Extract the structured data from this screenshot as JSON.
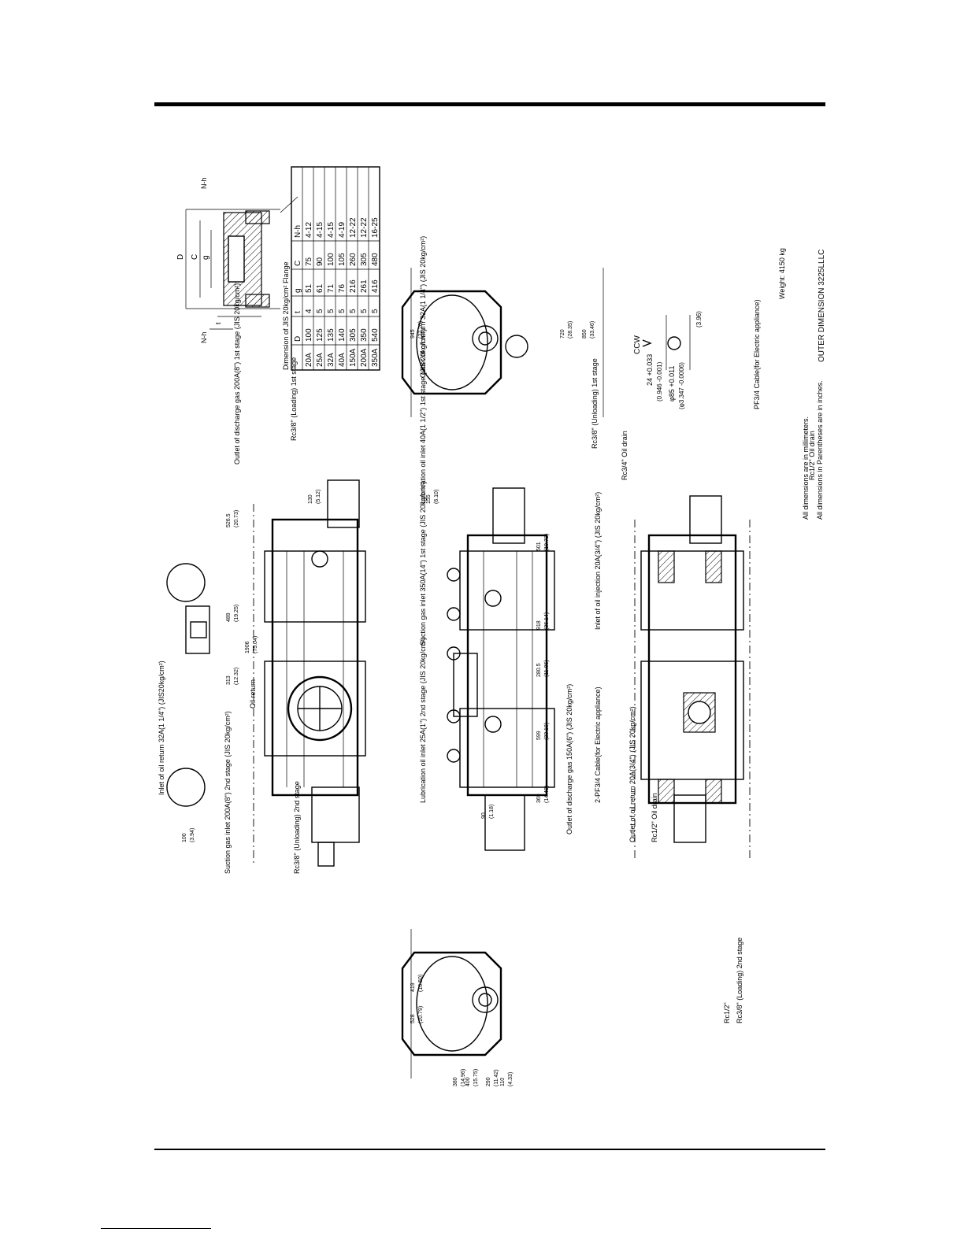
{
  "drawing": {
    "title": "OUTER DIMENSION 3225LLLC",
    "weight": "Weight: 4150 kg",
    "note_mm": "All dimensions are in millimeters.",
    "note_inch": "All dimensions in Parentheses are in inches.",
    "callouts": [
      "Inlet of oil return 32A(1 1/4\") (JIS20kg/cm²)",
      "Outlet of discharge gas 200A(8\") 1st stage (JIS 20kg/cm²)",
      "Rc3/8\" (Loading) 1st stage",
      "Suction gas inlet 200A(8\") 2nd stage (JIS 20kg/cm²)",
      "Rc3/8\" (Unloading) 2nd stage",
      "Oil return",
      "Lubrication oil inlet 40A(1 1/2\") 1st stage (JIS 20kg/cm²)",
      "Rc3/8\" (Unloading) 1st stage",
      "Suction gas inlet 350A(14\") 1st stage (JIS 20kg/cm²)",
      "Inlet of oil injection 20A(3/4\") (JIS 20kg/cm²)",
      "Lubrication oil inlet 25A(1\") 2nd stage (JIS 20kg/cm²)",
      "2-PF3/4 Cable(for Electric appliance)",
      "Outlet of discharge gas 150A(6\") (JIS 20kg/cm²)",
      "Outlet of oil return 32A(1 1/4\") (JIS 20kg/cm²)",
      "PF3/4 Cable(for Electric appliance)",
      "Rc3/4\" Oil drain",
      "Rc1/2\" Oil drain",
      "Outlet of oil return 20A(3/4\") (JIS 20kg/cm²)",
      "Rc1/2\" Oil drain",
      "Rc1/2\"",
      "Rc3/8\" (Loading) 2nd stage",
      "CCW"
    ],
    "shaft": {
      "key_width": "24 +0.033",
      "key_width_in": "(0.946 -0.001)",
      "shaft_dia": "φ85 +0.011",
      "shaft_dia_in": "(φ3.347 -0.0006)",
      "key_depth": "(3.96)"
    },
    "dimensions": [
      "945",
      "(37.20)",
      "1906",
      "(75.04)",
      "489",
      "(19.25)",
      "313",
      "(12.32)",
      "100",
      "(3.94)",
      "526.5",
      "(20.73)",
      "130",
      "(5.12)",
      "155",
      "(6.10)",
      "918",
      "(36.14)",
      "501",
      "(19.72)",
      "599",
      "(23.19)",
      "369",
      "(14.49)",
      "280.5",
      "(11.06)",
      "720",
      "(28.35)",
      "850",
      "(33.46)",
      "380",
      "(14.96)",
      "400",
      "(15.75)",
      "290",
      "(11.42)",
      "110",
      "(4.33)",
      "528",
      "(20.79)",
      "419",
      "(16.50)",
      "90",
      "(1.18)"
    ]
  },
  "flange_table": {
    "caption": "Dimension of JIS 20kg/cm² Flange",
    "headers": [
      "",
      "D",
      "t",
      "g",
      "C",
      "N-h"
    ],
    "rows": [
      [
        "20A",
        "100",
        "4",
        "51",
        "75",
        "4-12"
      ],
      [
        "25A",
        "125",
        "5",
        "61",
        "90",
        "4-15"
      ],
      [
        "32A",
        "135",
        "5",
        "71",
        "100",
        "4-15"
      ],
      [
        "40A",
        "140",
        "5",
        "76",
        "105",
        "4-19"
      ],
      [
        "150A",
        "305",
        "5",
        "216",
        "260",
        "12-22"
      ],
      [
        "200A",
        "350",
        "5",
        "261",
        "305",
        "12-22"
      ],
      [
        "350A",
        "540",
        "5",
        "416",
        "480",
        "16-25"
      ]
    ],
    "labels": {
      "D": "D",
      "C": "C",
      "g": "g",
      "t": "t",
      "nh": "N-h"
    }
  }
}
